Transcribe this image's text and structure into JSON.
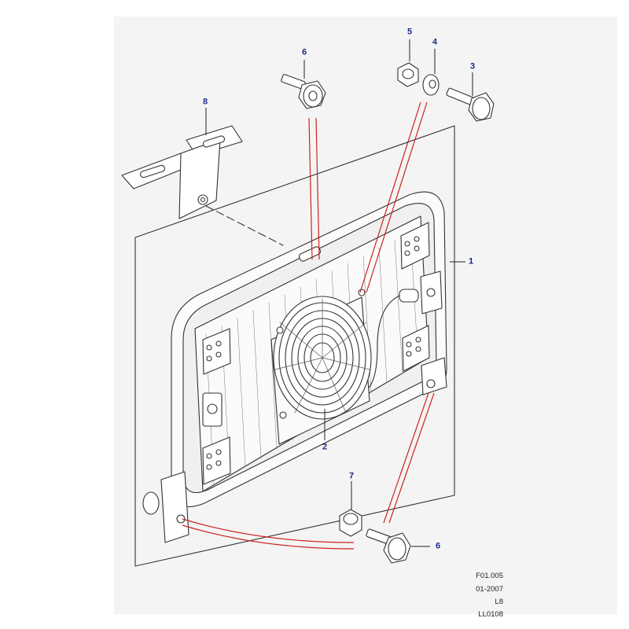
{
  "callouts": {
    "c1": "1",
    "c2": "2",
    "c3": "3",
    "c4": "4",
    "c5": "5",
    "c6_top": "6",
    "c6_bottom": "6",
    "c7": "7",
    "c8": "8"
  },
  "reference": {
    "figure": "F01.005",
    "date": "01-2007",
    "model": "L8",
    "code": "LL0108"
  },
  "colors": {
    "sheet_bg": "#f4f4f4",
    "line": "#333333",
    "callout_text": "#1b2a8a",
    "leader_red": "#cc2222"
  }
}
